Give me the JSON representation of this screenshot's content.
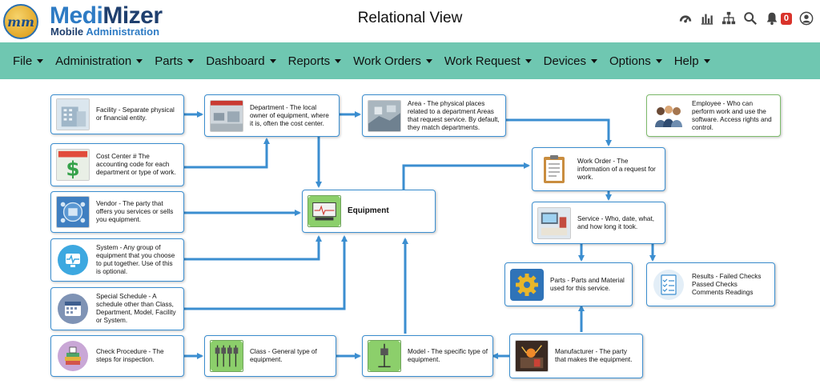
{
  "header": {
    "brand_a": "Medi",
    "brand_b": "Mizer",
    "logo_mark": "mm",
    "sub_a": "Mobile",
    "sub_b": "Administration",
    "page_title": "Relational View",
    "notification_count": "0",
    "icons": [
      "dashboard-gauge-icon",
      "bar-chart-icon",
      "sitemap-icon",
      "search-icon",
      "bell-icon",
      "user-account-icon"
    ]
  },
  "nav": {
    "items": [
      "File",
      "Administration",
      "Parts",
      "Dashboard",
      "Reports",
      "Work Orders",
      "Work Request",
      "Devices",
      "Options",
      "Help"
    ]
  },
  "diagram": {
    "facility": "Facility - Separate physical or financial entity.",
    "cost_center": "Cost Center # The accounting code for each department or type of work.",
    "vendor": "Vendor - The party that offers you services or sells you equipment.",
    "system": "System - Any group of equipment that you choose to put together. Use of this is optional.",
    "special_schedule": "Special Schedule - A schedule other than Class, Department, Model, Facility or System.",
    "check_procedure": "Check Procedure - The steps for inspection.",
    "department": "Department - The local owner of equipment, where it is, often the cost center.",
    "area": "Area - The physical places related to a department Areas that request service. By default, they match departments.",
    "equipment": "Equipment",
    "class": "Class - General type of equipment.",
    "model": "Model - The specific type of equipment.",
    "employee": "Employee - Who can perform work and use the software. Access rights and control.",
    "work_order": "Work Order - The information of a request for work.",
    "service": "Service - Who, date, what, and how long it took.",
    "parts": "Parts - Parts and Material used for this service.",
    "results": "Results - Failed Checks Passed Checks Comments Readings",
    "manufacturer": "Manufacturer - The party that makes the equipment.",
    "accent_color": "#3b8ed0",
    "nav_color": "#6fc7b1"
  }
}
